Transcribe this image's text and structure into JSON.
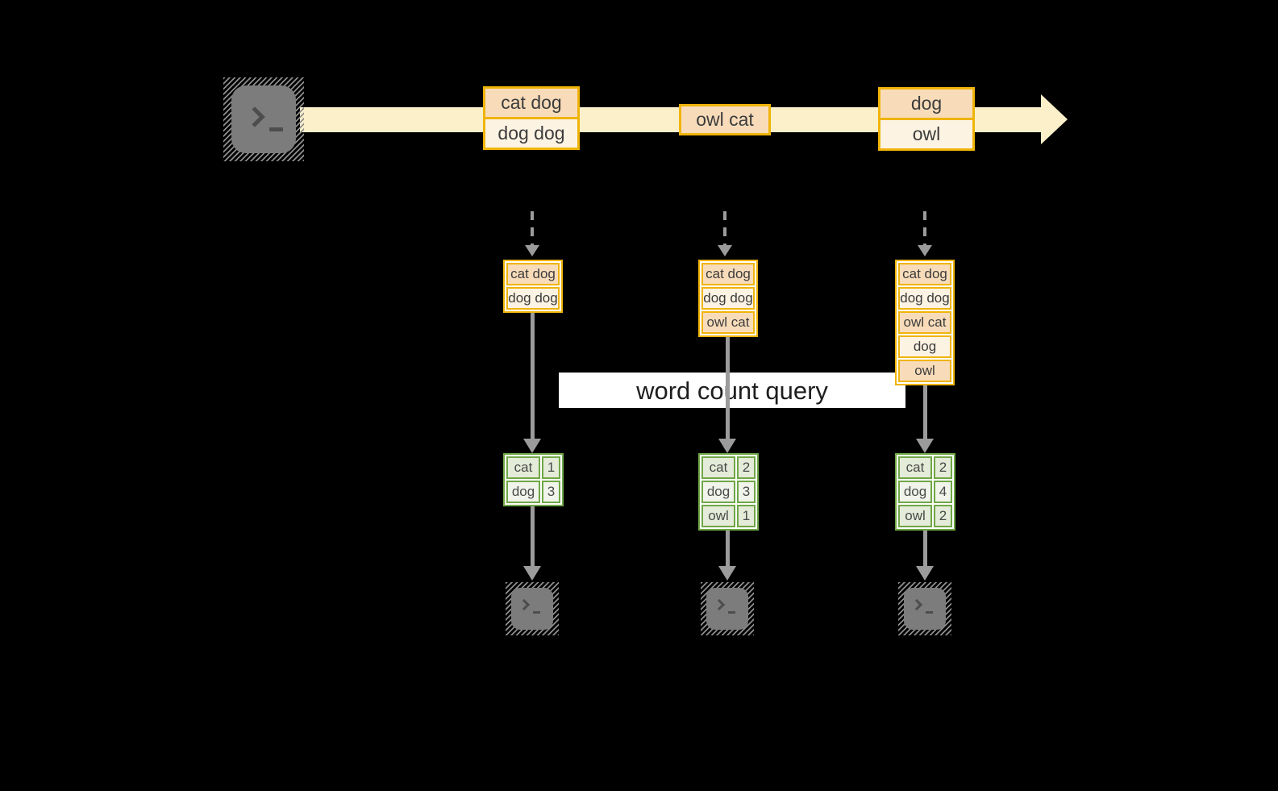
{
  "query": {
    "label": "word count query"
  },
  "stream": {
    "events": [
      {
        "lines": [
          "cat dog",
          "dog dog"
        ]
      },
      {
        "lines": [
          "owl cat"
        ]
      },
      {
        "lines": [
          "dog",
          "owl"
        ]
      }
    ]
  },
  "columns": [
    {
      "buffer": [
        "cat dog",
        "dog dog"
      ],
      "counts": [
        {
          "word": "cat",
          "count": "1"
        },
        {
          "word": "dog",
          "count": "3"
        }
      ]
    },
    {
      "buffer": [
        "cat dog",
        "dog dog",
        "owl cat"
      ],
      "counts": [
        {
          "word": "cat",
          "count": "2"
        },
        {
          "word": "dog",
          "count": "3"
        },
        {
          "word": "owl",
          "count": "1"
        }
      ]
    },
    {
      "buffer": [
        "cat dog",
        "dog dog",
        "owl cat",
        "dog",
        "owl"
      ],
      "counts": [
        {
          "word": "cat",
          "count": "2"
        },
        {
          "word": "dog",
          "count": "4"
        },
        {
          "word": "owl",
          "count": "2"
        }
      ]
    }
  ],
  "icons": {
    "source": "terminal-icon",
    "sinks": [
      "terminal-icon",
      "terminal-icon",
      "terminal-icon"
    ]
  },
  "colors": {
    "background": "#000000",
    "stream_fill": "#fbf0c9",
    "event_border": "#f0b409",
    "event_fill_dark": "#f8dcba",
    "event_fill_light": "#fdf3e3",
    "table_border": "#6fa746",
    "table_fill_dark": "#e4ebd8",
    "table_fill_light": "#f0f4ea",
    "arrow_gray": "#9b9b9b",
    "terminal_fill": "#7c7c7c"
  }
}
